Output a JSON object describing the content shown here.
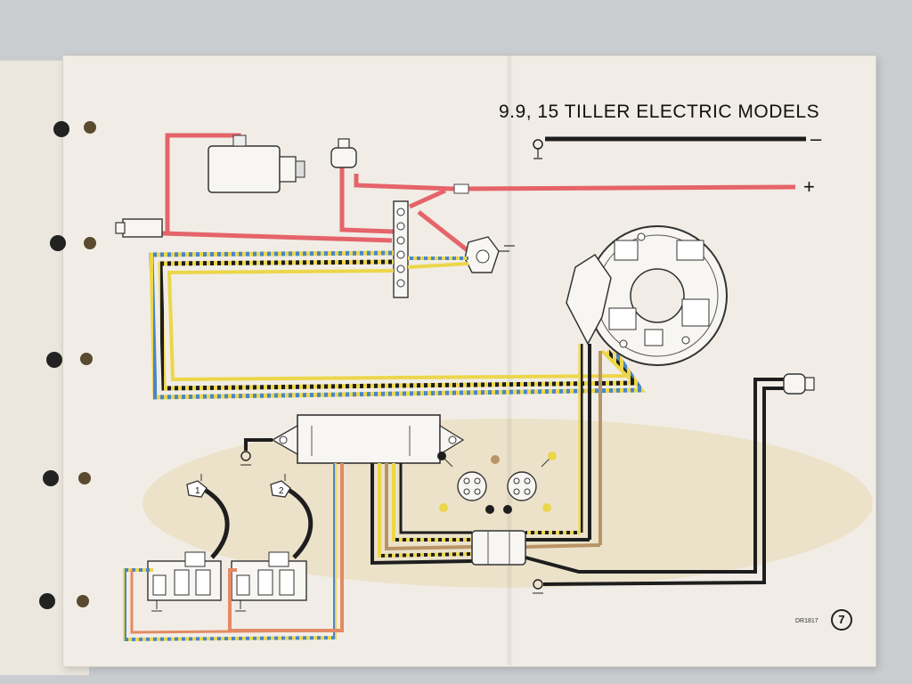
{
  "title": "9.9, 15 TILLER ELECTRIC MODELS",
  "polarity": {
    "negative": "–",
    "positive": "+"
  },
  "coil_labels": [
    "1",
    "2"
  ],
  "doc_code": "DR1817",
  "page_number": "7",
  "wire_colors": {
    "red": "#e5646a",
    "black": "#1e1e1e",
    "yellow": "#ecd64a",
    "blue": "#4a86c8",
    "tan": "#b99466",
    "orange": "#e38a64"
  }
}
